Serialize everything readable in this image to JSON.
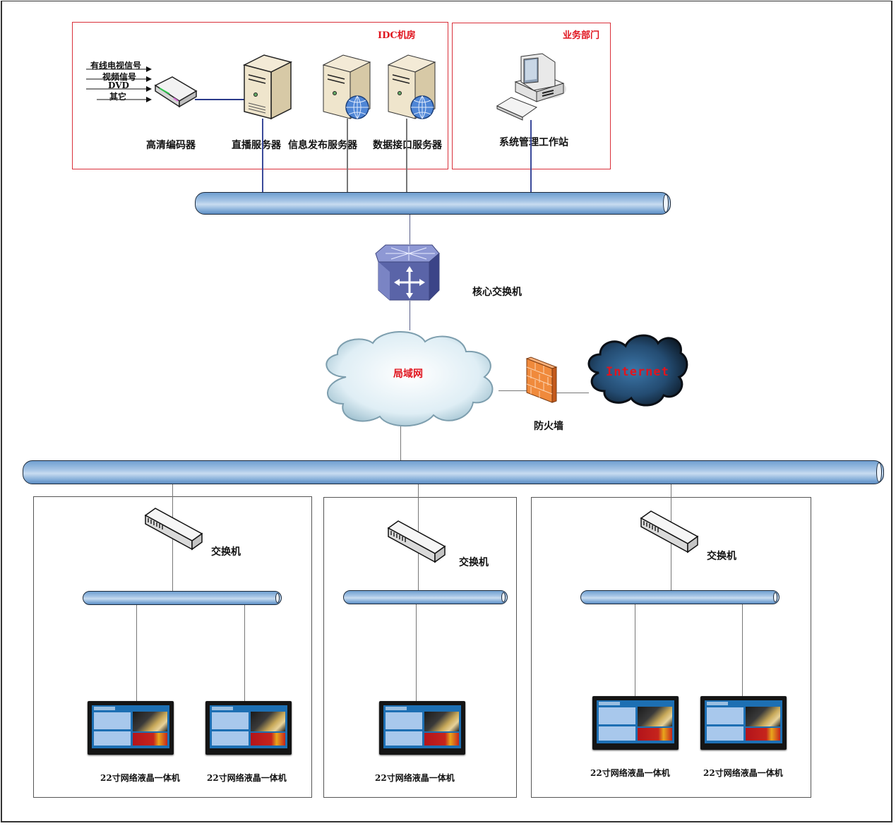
{
  "diagram": {
    "type": "network-topology",
    "zones": {
      "idc": {
        "title": "IDC机房"
      },
      "business": {
        "title": "业务部门"
      }
    },
    "inputs": [
      "有线电视信号",
      "视频信号",
      "DVD",
      "其它"
    ],
    "nodes": {
      "encoder": "高清编码器",
      "live_server": "直播服务器",
      "publish_server": "信息发布服务器",
      "data_server": "数据接口服务器",
      "workstation": "系统管理工作站",
      "core_switch": "核心交换机",
      "lan": "局域网",
      "firewall": "防火墙",
      "internet": "Internet"
    },
    "branches": [
      {
        "switch": "交换机",
        "terminals": [
          "22寸网络液晶一体机",
          "22寸网络液晶一体机"
        ]
      },
      {
        "switch": "交换机",
        "terminals": [
          "22寸网络液晶一体机"
        ]
      },
      {
        "switch": "交换机",
        "terminals": [
          "22寸网络液晶一体机",
          "22寸网络液晶一体机"
        ]
      }
    ],
    "colors": {
      "zone_border": "#d9303a",
      "zone_title": "#e0141e",
      "bus_fill": "#8fb5de",
      "link": "#5a5f8a",
      "core_switch": "#5a64a8",
      "firewall": "#f08a3c",
      "internet_cloud": "#1e3f5c"
    }
  }
}
